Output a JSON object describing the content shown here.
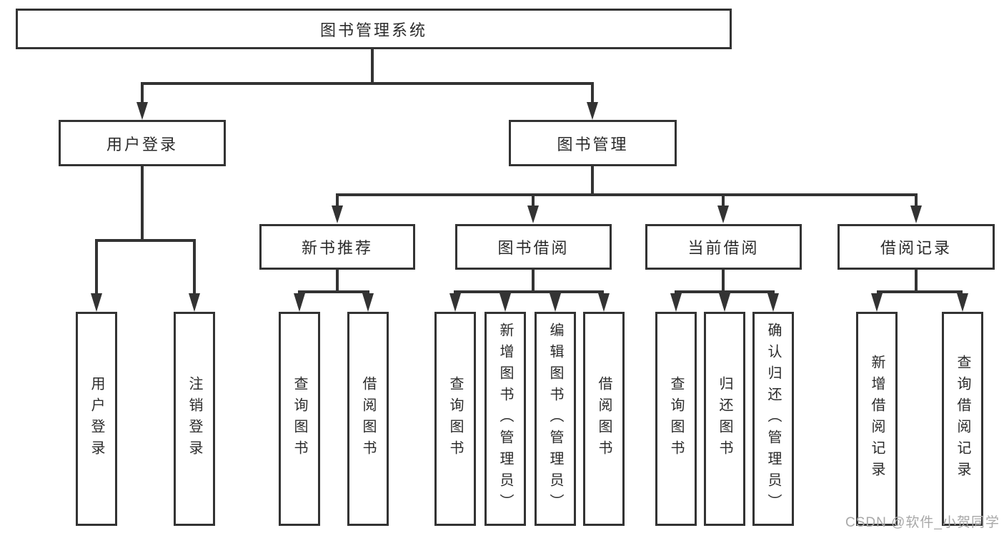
{
  "tree": {
    "root": {
      "label": "图书管理系统"
    },
    "level2": [
      {
        "label": "用户登录",
        "children": [
          {
            "label": "用户登录"
          },
          {
            "label": "注销登录"
          }
        ]
      },
      {
        "label": "图书管理",
        "children": [
          {
            "label": "新书推荐",
            "children": [
              {
                "label": "查询图书"
              },
              {
                "label": "借阅图书"
              }
            ]
          },
          {
            "label": "图书借阅",
            "children": [
              {
                "label": "查询图书"
              },
              {
                "label": "新增图书（管理员）"
              },
              {
                "label": "编辑图书（管理员）"
              },
              {
                "label": "借阅图书"
              }
            ]
          },
          {
            "label": "当前借阅",
            "children": [
              {
                "label": "查询图书"
              },
              {
                "label": "归还图书"
              },
              {
                "label": "确认归还（管理员）"
              }
            ]
          },
          {
            "label": "借阅记录",
            "children": [
              {
                "label": "新增借阅记录"
              },
              {
                "label": "查询借阅记录"
              }
            ]
          }
        ]
      }
    ]
  },
  "watermark": {
    "text": "CSDN @软件_小贺同学"
  },
  "style": {
    "line_color": "#333333",
    "text_color": "#2b2b2b",
    "watermark_color": "#a8a8a8",
    "box_background": "#ffffff"
  }
}
